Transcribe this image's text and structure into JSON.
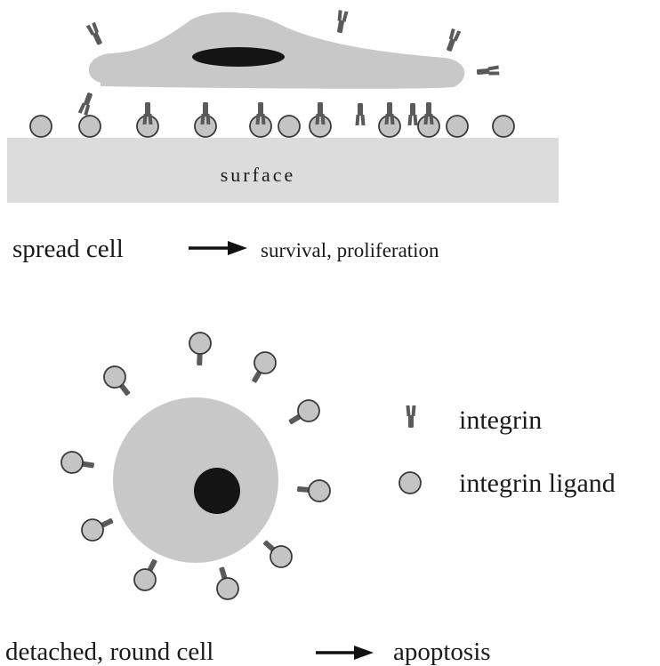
{
  "top_panel": {
    "surface_label": "surface",
    "spread_label": "spread cell",
    "spread_outcome": "survival, proliferation"
  },
  "bottom_panel": {
    "round_label": "detached, round cell",
    "round_outcome": "apoptosis"
  },
  "legend": {
    "integrin_label": "integrin",
    "ligand_label": "integrin ligand"
  },
  "colors": {
    "cell_fill": "#c8c8c8",
    "surface_fill": "#dcdcdc",
    "integrin": "#5a5a5a",
    "ligand_fill": "#c4c4c4",
    "ligand_stroke": "#3a3a3a",
    "nucleus": "#141414"
  }
}
